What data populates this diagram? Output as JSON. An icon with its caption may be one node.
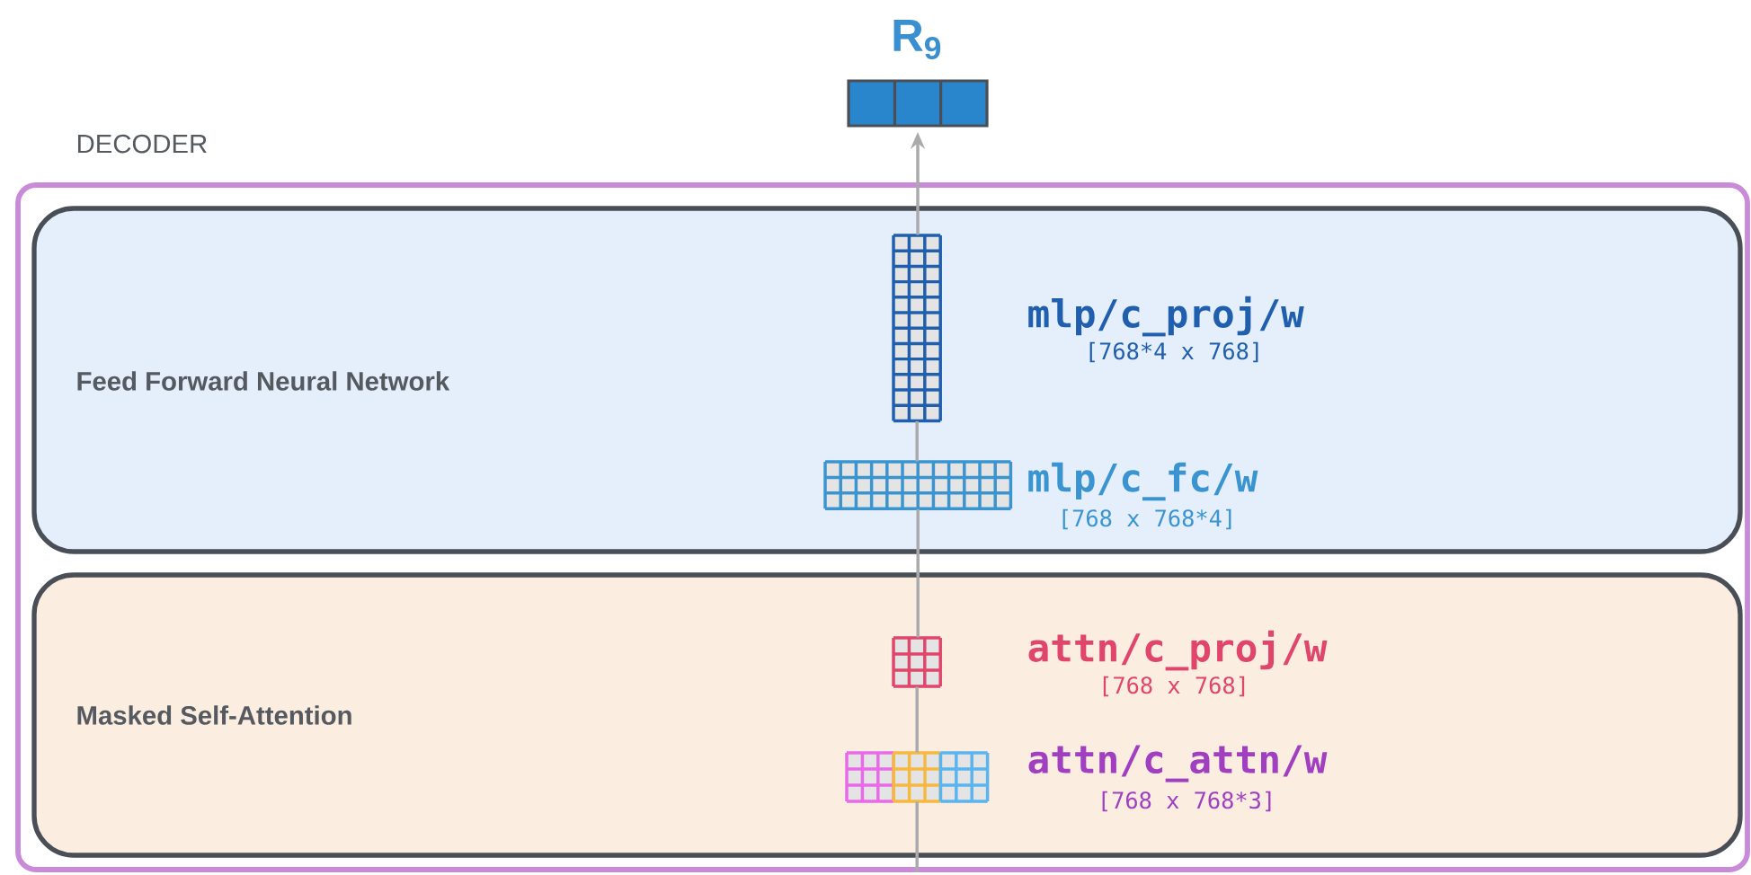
{
  "diagram": {
    "nodes": [
      {
        "text": [
          "DECODER"
        ]
      },
      {
        "text": [
          "Feed Forward Neural Network"
        ],
        "in": 0
      },
      {
        "text": [
          "Masked Self-Attention"
        ],
        "in": 0
      },
      {
        "text": [
          "R$_{9}$"
        ]
      },
      {
        "text": [],
        "shape": "grid",
        "in": 1,
        "beside": [
          "mlp/c_proj/w",
          "[768*4 x 768]"
        ]
      },
      {
        "text": [],
        "shape": "grid",
        "in": 1,
        "beside": [
          "mlp/c_fc/w",
          "[768 x 768*4]"
        ]
      },
      {
        "text": [],
        "shape": "grid",
        "in": 2,
        "beside": [
          "attn/c_proj/w",
          "[768 x 768]"
        ]
      },
      {
        "text": [],
        "shape": "grid",
        "in": 2,
        "beside": [
          "attn/c_attn/w",
          "[768 x 768*3]"
        ]
      }
    ],
    "edges": [
      {
        "from": 0,
        "to": 7,
        "arrow": "none"
      },
      {
        "from": 7,
        "to": 6,
        "arrow": "none"
      },
      {
        "from": 6,
        "to": 5,
        "arrow": "none"
      },
      {
        "from": 5,
        "to": 4,
        "arrow": "none"
      },
      {
        "from": 4,
        "to": 3,
        "arrow": "to"
      }
    ]
  }
}
